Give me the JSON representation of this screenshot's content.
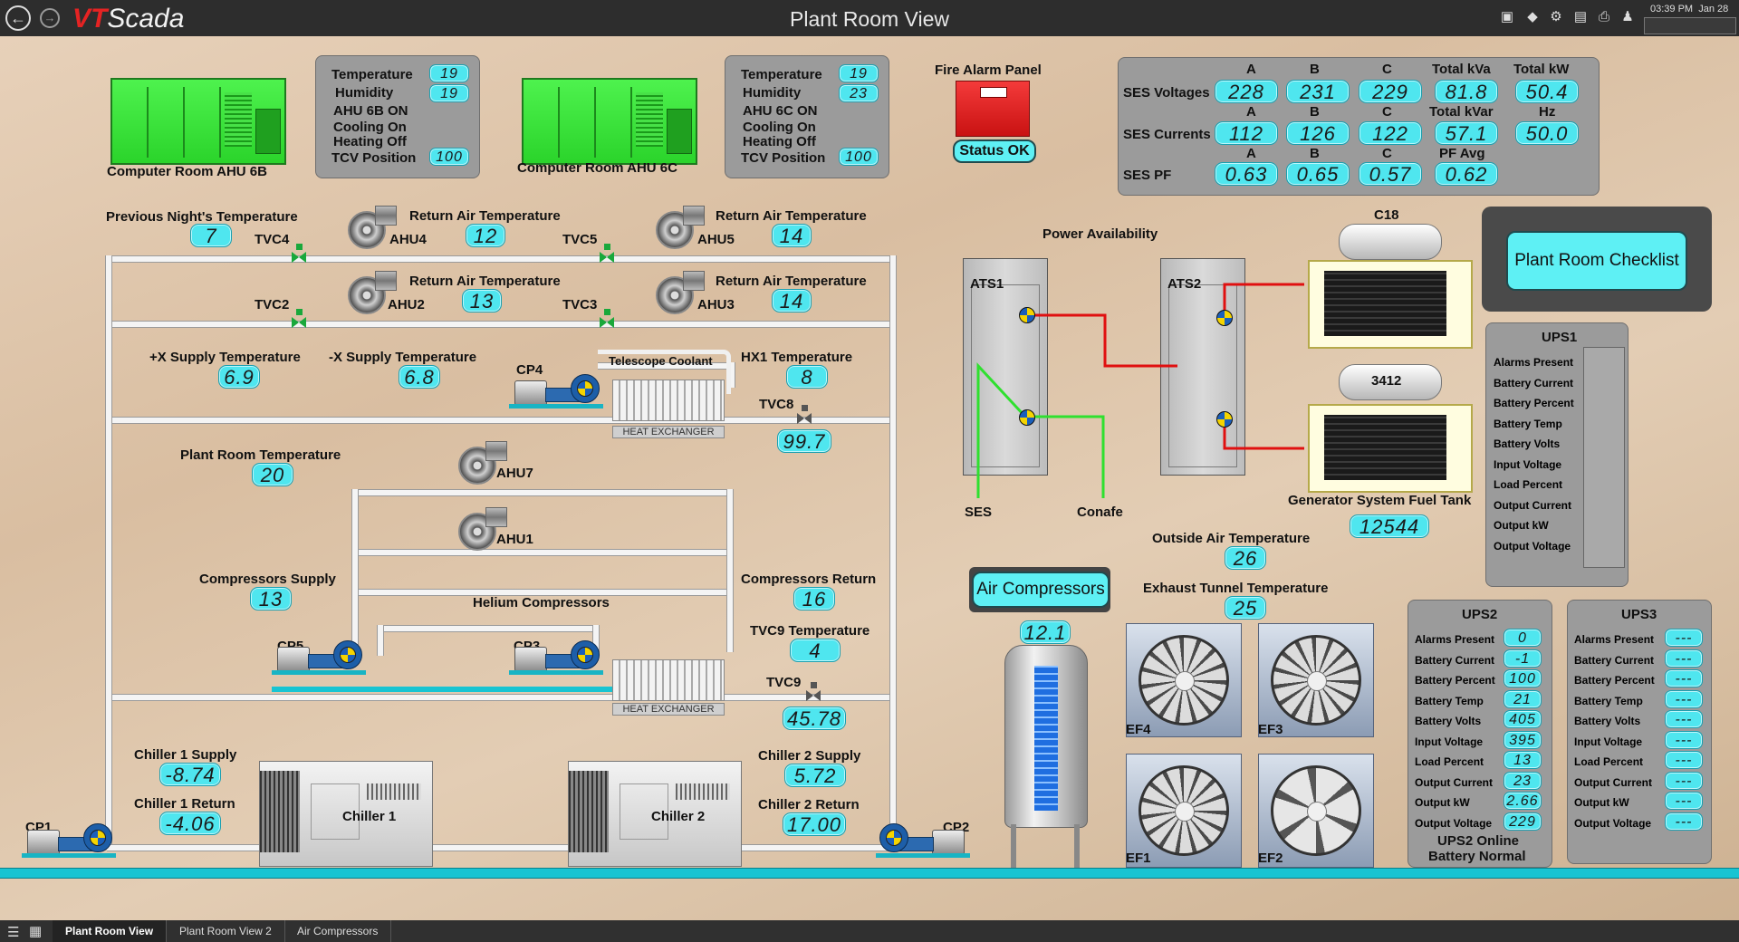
{
  "topbar": {
    "title": "Plant Room View",
    "logo_vt": "VT",
    "logo_scada": "Scada",
    "clock_time": "03:39 PM",
    "clock_date": "Jan 28",
    "icons": [
      "image-icon",
      "tag-icon",
      "gear-icon",
      "print-icon",
      "printer-icon",
      "bell-icon"
    ]
  },
  "ahu6b": {
    "caption": "Computer Room AHU 6B",
    "temperature_label": "Temperature",
    "temperature": "19",
    "humidity_label": "Humidity",
    "humidity": "19",
    "status1": "AHU 6B ON",
    "status2": "Cooling On",
    "status3": "Heating Off",
    "tcv_label": "TCV Position",
    "tcv": "100"
  },
  "ahu6c": {
    "caption": "Computer Room AHU 6C",
    "temperature_label": "Temperature",
    "temperature": "19",
    "humidity_label": "Humidity",
    "humidity": "23",
    "status1": "AHU 6C ON",
    "status2": "Cooling On",
    "status3": "Heating Off",
    "tcv_label": "TCV Position",
    "tcv": "100"
  },
  "fire_alarm": {
    "title": "Fire Alarm Panel",
    "status": "Status OK"
  },
  "ses": {
    "row_labels": [
      "SES Voltages",
      "SES Currents",
      "SES PF"
    ],
    "col_a": "A",
    "col_b": "B",
    "col_c": "C",
    "voltages": [
      "228",
      "231",
      "229"
    ],
    "total_kva_label": "Total kVa",
    "total_kva": "81.8",
    "total_kw_label": "Total kW",
    "total_kw": "50.4",
    "currents": [
      "112",
      "126",
      "122"
    ],
    "total_kvar_label": "Total kVar",
    "total_kvar": "57.1",
    "hz_label": "Hz",
    "hz": "50.0",
    "pf": [
      "0.63",
      "0.65",
      "0.57"
    ],
    "pf_avg_label": "PF Avg",
    "pf_avg": "0.62"
  },
  "loop": {
    "prev_night_label": "Previous Night's Temperature",
    "prev_night": "7",
    "tvc4": "TVC4",
    "tvc5": "TVC5",
    "tvc2": "TVC2",
    "tvc3": "TVC3",
    "ahu4": "AHU4",
    "ahu5": "AHU5",
    "ahu2": "AHU2",
    "ahu3": "AHU3",
    "ret_label": "Return Air Temperature",
    "ahu4_ret": "12",
    "ahu5_ret": "14",
    "ahu2_ret": "13",
    "ahu3_ret": "14",
    "plus_x_label": "+X Supply Temperature",
    "plus_x": "6.9",
    "minus_x_label": "-X Supply Temperature",
    "minus_x": "6.8",
    "cp4": "CP4",
    "telescope_coolant": "Telescope Coolant",
    "hx1_label": "HX1 Temperature",
    "hx1": "8",
    "tvc8": "TVC8",
    "tvc8_val": "99.7",
    "heat_exchanger": "HEAT EXCHANGER",
    "plant_room_label": "Plant Room Temperature",
    "plant_room": "20",
    "ahu7": "AHU7",
    "ahu1": "AHU1",
    "comp_supply_label": "Compressors Supply",
    "comp_supply": "13",
    "comp_return_label": "Compressors Return",
    "comp_return": "16",
    "helium": "Helium Compressors",
    "cp5": "CP5",
    "cp3": "CP3",
    "tvc9_temp_label": "TVC9 Temperature",
    "tvc9_temp": "4",
    "tvc9": "TVC9",
    "tvc9_val": "45.78",
    "ch1_supply_label": "Chiller 1 Supply",
    "ch1_supply": "-8.74",
    "ch1_return_label": "Chiller 1 Return",
    "ch1_return": "-4.06",
    "ch2_supply_label": "Chiller 2 Supply",
    "ch2_supply": "5.72",
    "ch2_return_label": "Chiller 2 Return",
    "ch2_return": "17.00",
    "chiller1": "Chiller 1",
    "chiller2": "Chiller 2",
    "cp1": "CP1",
    "cp2": "CP2"
  },
  "power": {
    "title": "Power Availability",
    "ats1": "ATS1",
    "ats2": "ATS2",
    "ses": "SES",
    "conafe": "Conafe",
    "c18": "C18",
    "g3412": "3412",
    "fuel_label": "Generator System Fuel Tank",
    "fuel": "12544"
  },
  "outside_air_label": "Outside Air Temperature",
  "outside_air": "26",
  "exhaust_label": "Exhaust Tunnel Temperature",
  "exhaust": "25",
  "air_comp": {
    "button": "Air Compressors",
    "value": "12.1"
  },
  "fans": [
    "EF4",
    "EF3",
    "EF1",
    "EF2"
  ],
  "checklist": "Plant Room Checklist",
  "ups1": {
    "title": "UPS1",
    "labels": [
      "Alarms Present",
      "Battery Current",
      "Battery Percent",
      "Battery Temp",
      "Battery Volts",
      "Input Voltage",
      "Load Percent",
      "Output Current",
      "Output kW",
      "Output Voltage"
    ]
  },
  "ups2": {
    "title": "UPS2",
    "labels": [
      "Alarms Present",
      "Battery Current",
      "Battery Percent",
      "Battery Temp",
      "Battery Volts",
      "Input Voltage",
      "Load Percent",
      "Output Current",
      "Output kW",
      "Output Voltage"
    ],
    "values": [
      "0",
      "-1",
      "100",
      "21",
      "405",
      "395",
      "13",
      "23",
      "2.66",
      "229"
    ],
    "status1": "UPS2 Online",
    "status2": "Battery Normal"
  },
  "ups3": {
    "title": "UPS3",
    "labels": [
      "Alarms Present",
      "Battery Current",
      "Battery Percent",
      "Battery Temp",
      "Battery Volts",
      "Input Voltage",
      "Load Percent",
      "Output Current",
      "Output kW",
      "Output Voltage"
    ],
    "values": [
      "---",
      "---",
      "---",
      "---",
      "---",
      "---",
      "---",
      "---",
      "---",
      "---"
    ]
  },
  "tabs": [
    "Plant Room View",
    "Plant Room View 2",
    "Air Compressors"
  ],
  "colors": {
    "lcd": "#4fe6ef",
    "ahu_green": "#2bd42b",
    "fire_red": "#e21b1b",
    "power_red": "#e01010",
    "power_green": "#2fe02f"
  }
}
